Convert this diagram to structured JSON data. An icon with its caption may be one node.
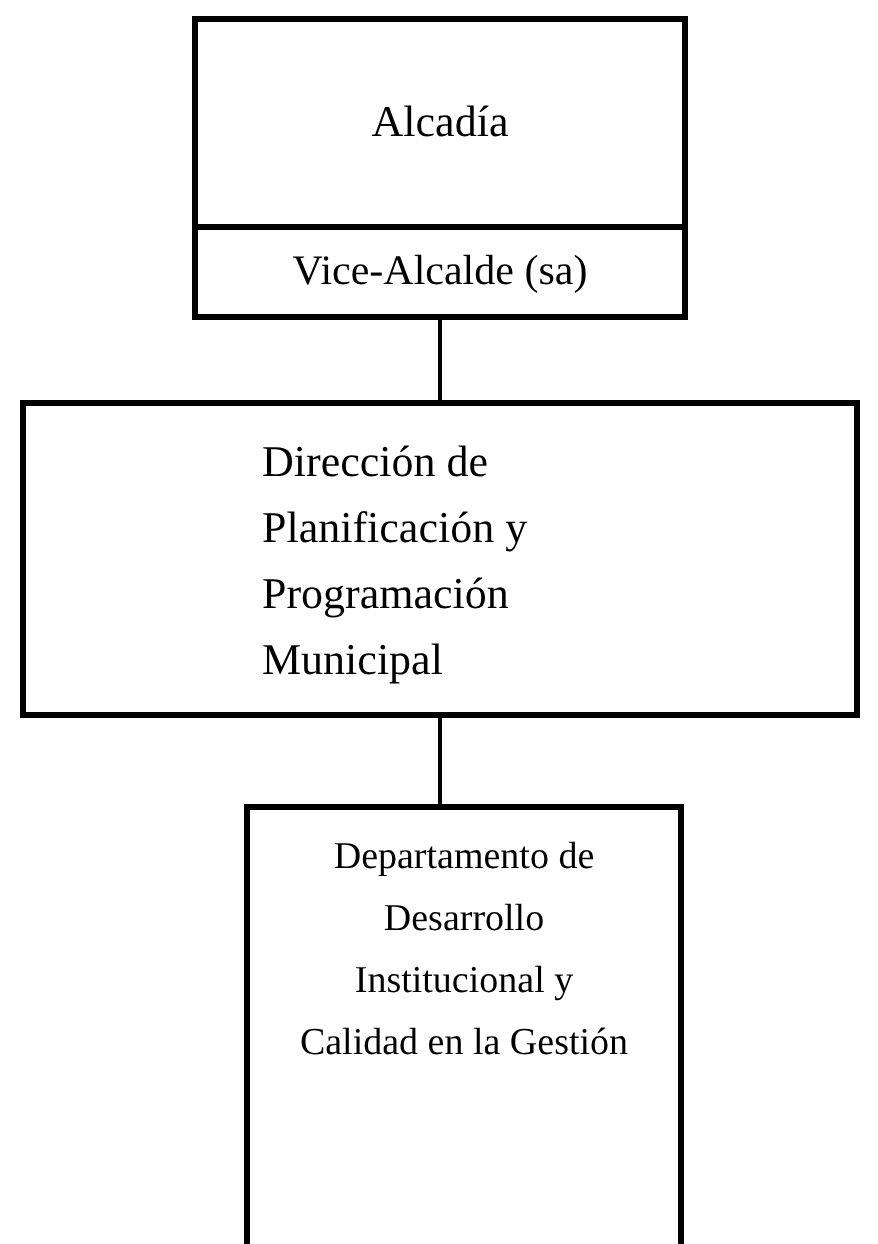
{
  "diagram": {
    "nodes": [
      {
        "text": [
          "Alcadía"
        ]
      },
      {
        "text": [
          "Vice-Alcalde (sa)"
        ]
      },
      {
        "text": [
          "Dirección de Planificación y Programación Municipal"
        ]
      },
      {
        "text": [
          "Departamento de Desarrollo Institucional y Calidad en la Gestión"
        ]
      }
    ],
    "edges": [
      {
        "from": 1,
        "to": 2,
        "arrow": "none"
      },
      {
        "from": 2,
        "to": 3,
        "arrow": "none"
      }
    ]
  }
}
